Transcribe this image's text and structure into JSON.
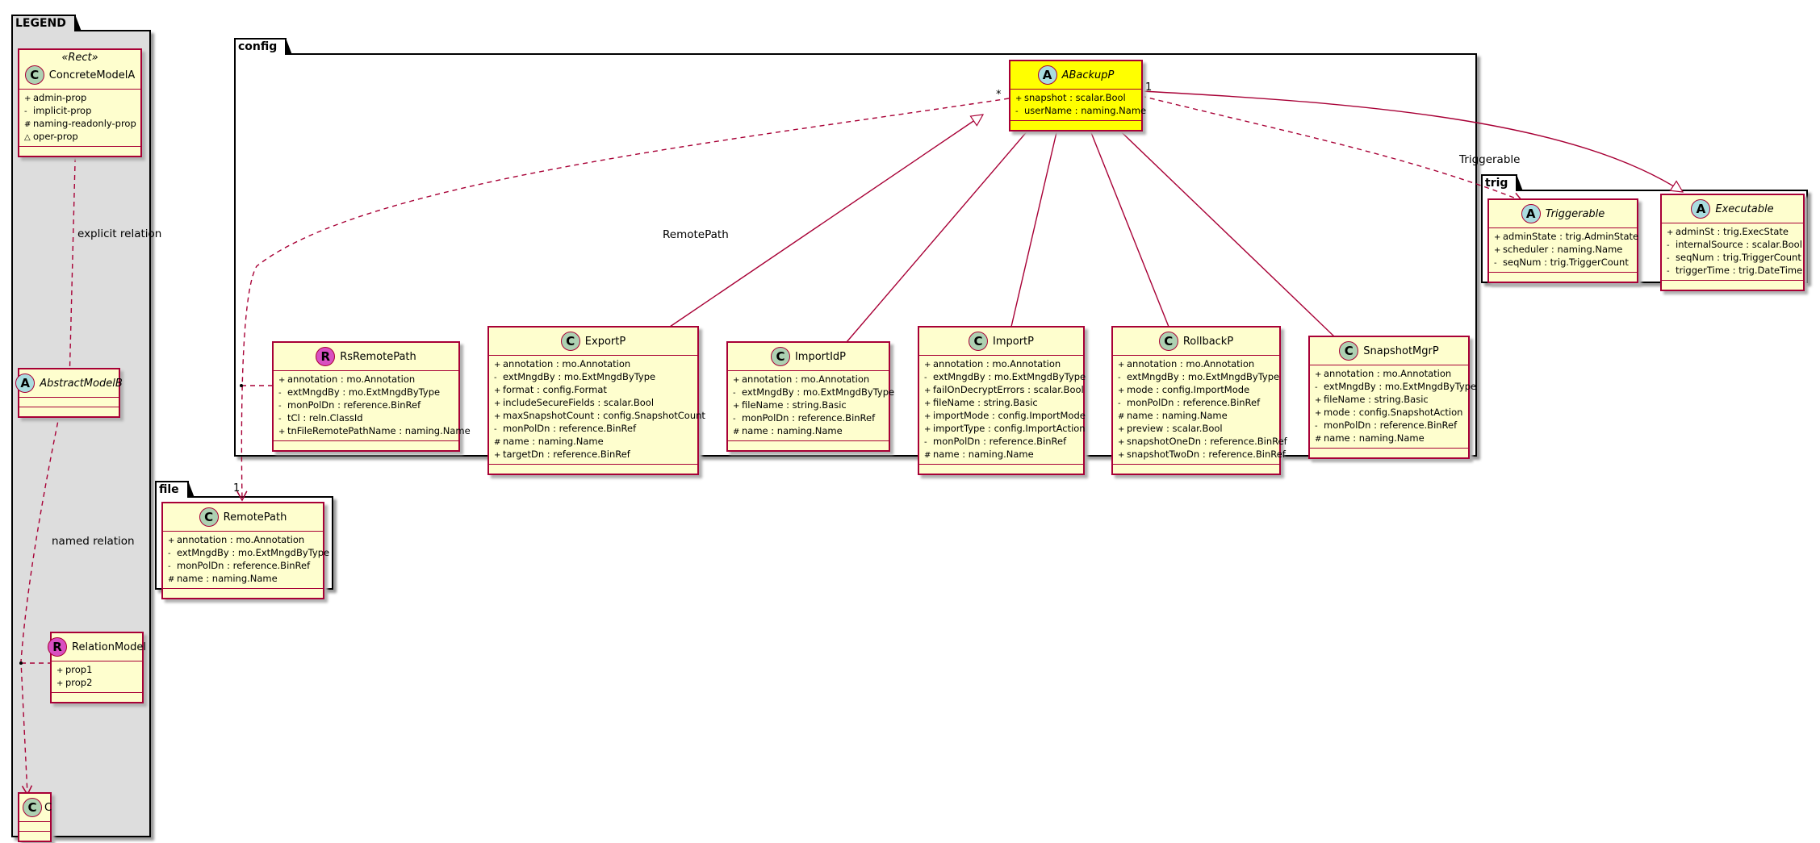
{
  "legend": {
    "title": "LEGEND",
    "stereotype": "«Rect»",
    "classes": {
      "concrete": {
        "name": "ConcreteModelA",
        "attrs": [
          {
            "vis": "+",
            "text": "admin-prop"
          },
          {
            "vis": "-",
            "text": "implicit-prop"
          },
          {
            "vis": "#",
            "text": "naming-readonly-prop"
          },
          {
            "vis": "~",
            "text": "oper-prop"
          }
        ]
      },
      "abstract": {
        "name": "AbstractModelB"
      },
      "relation": {
        "name": "RelationModel",
        "attrs": [
          {
            "vis": "+",
            "text": "prop1"
          },
          {
            "vis": "+",
            "text": "prop2"
          }
        ]
      },
      "c": {
        "name": "C"
      }
    },
    "labels": {
      "explicit": "explicit relation",
      "named": "named relation"
    }
  },
  "packages": {
    "config": "config",
    "file": "file",
    "trig": "trig"
  },
  "classes": {
    "abackup": {
      "name": "ABackupP",
      "attrs": [
        {
          "vis": "+",
          "text": "snapshot : scalar.Bool"
        },
        {
          "vis": "-",
          "text": "userName : naming.Name"
        }
      ]
    },
    "rsremote": {
      "name": "RsRemotePath",
      "attrs": [
        {
          "vis": "+",
          "text": "annotation : mo.Annotation"
        },
        {
          "vis": "-",
          "text": "extMngdBy : mo.ExtMngdByType"
        },
        {
          "vis": "-",
          "text": "monPolDn : reference.BinRef"
        },
        {
          "vis": "-",
          "text": "tCl : reln.ClassId"
        },
        {
          "vis": "+",
          "text": "tnFileRemotePathName : naming.Name"
        }
      ]
    },
    "exportp": {
      "name": "ExportP",
      "attrs": [
        {
          "vis": "+",
          "text": "annotation : mo.Annotation"
        },
        {
          "vis": "-",
          "text": "extMngdBy : mo.ExtMngdByType"
        },
        {
          "vis": "+",
          "text": "format : config.Format"
        },
        {
          "vis": "+",
          "text": "includeSecureFields : scalar.Bool"
        },
        {
          "vis": "+",
          "text": "maxSnapshotCount : config.SnapshotCount"
        },
        {
          "vis": "-",
          "text": "monPolDn : reference.BinRef"
        },
        {
          "vis": "#",
          "text": "name : naming.Name"
        },
        {
          "vis": "+",
          "text": "targetDn : reference.BinRef"
        }
      ]
    },
    "importidp": {
      "name": "ImportIdP",
      "attrs": [
        {
          "vis": "+",
          "text": "annotation : mo.Annotation"
        },
        {
          "vis": "-",
          "text": "extMngdBy : mo.ExtMngdByType"
        },
        {
          "vis": "+",
          "text": "fileName : string.Basic"
        },
        {
          "vis": "-",
          "text": "monPolDn : reference.BinRef"
        },
        {
          "vis": "#",
          "text": "name : naming.Name"
        }
      ]
    },
    "importp": {
      "name": "ImportP",
      "attrs": [
        {
          "vis": "+",
          "text": "annotation : mo.Annotation"
        },
        {
          "vis": "-",
          "text": "extMngdBy : mo.ExtMngdByType"
        },
        {
          "vis": "+",
          "text": "failOnDecryptErrors : scalar.Bool"
        },
        {
          "vis": "+",
          "text": "fileName : string.Basic"
        },
        {
          "vis": "+",
          "text": "importMode : config.ImportMode"
        },
        {
          "vis": "+",
          "text": "importType : config.ImportAction"
        },
        {
          "vis": "-",
          "text": "monPolDn : reference.BinRef"
        },
        {
          "vis": "#",
          "text": "name : naming.Name"
        }
      ]
    },
    "rollbackp": {
      "name": "RollbackP",
      "attrs": [
        {
          "vis": "+",
          "text": "annotation : mo.Annotation"
        },
        {
          "vis": "-",
          "text": "extMngdBy : mo.ExtMngdByType"
        },
        {
          "vis": "+",
          "text": "mode : config.ImportMode"
        },
        {
          "vis": "-",
          "text": "monPolDn : reference.BinRef"
        },
        {
          "vis": "#",
          "text": "name : naming.Name"
        },
        {
          "vis": "+",
          "text": "preview : scalar.Bool"
        },
        {
          "vis": "+",
          "text": "snapshotOneDn : reference.BinRef"
        },
        {
          "vis": "+",
          "text": "snapshotTwoDn : reference.BinRef"
        }
      ]
    },
    "snapshotmgrp": {
      "name": "SnapshotMgrP",
      "attrs": [
        {
          "vis": "+",
          "text": "annotation : mo.Annotation"
        },
        {
          "vis": "-",
          "text": "extMngdBy : mo.ExtMngdByType"
        },
        {
          "vis": "+",
          "text": "fileName : string.Basic"
        },
        {
          "vis": "+",
          "text": "mode : config.SnapshotAction"
        },
        {
          "vis": "-",
          "text": "monPolDn : reference.BinRef"
        },
        {
          "vis": "#",
          "text": "name : naming.Name"
        }
      ]
    },
    "remotepath": {
      "name": "RemotePath",
      "attrs": [
        {
          "vis": "+",
          "text": "annotation : mo.Annotation"
        },
        {
          "vis": "-",
          "text": "extMngdBy : mo.ExtMngdByType"
        },
        {
          "vis": "-",
          "text": "monPolDn : reference.BinRef"
        },
        {
          "vis": "#",
          "text": "name : naming.Name"
        }
      ]
    },
    "triggerable": {
      "name": "Triggerable",
      "attrs": [
        {
          "vis": "+",
          "text": "adminState : trig.AdminState"
        },
        {
          "vis": "+",
          "text": "scheduler : naming.Name"
        },
        {
          "vis": "-",
          "text": "seqNum : trig.TriggerCount"
        }
      ]
    },
    "executable": {
      "name": "Executable",
      "attrs": [
        {
          "vis": "+",
          "text": "adminSt : trig.ExecState"
        },
        {
          "vis": "-",
          "text": "internalSource : scalar.Bool"
        },
        {
          "vis": "-",
          "text": "seqNum : trig.TriggerCount"
        },
        {
          "vis": "-",
          "text": "triggerTime : trig.DateTime"
        }
      ]
    }
  },
  "relations": {
    "remotepath_label": "RemotePath",
    "triggerable_label": "Triggerable",
    "mult_star": "*",
    "mult_one_top": "1",
    "mult_one_bottom": "1"
  },
  "colors": {
    "class_fill": "#FEFECE",
    "class_border": "#A80036",
    "highlight_fill": "#FFFF00",
    "legend_fill": "#DDDDDD",
    "class_icon": "#ADD1B2",
    "abstract_icon": "#A9DCDF",
    "relation_icon": "#D84FC1"
  }
}
